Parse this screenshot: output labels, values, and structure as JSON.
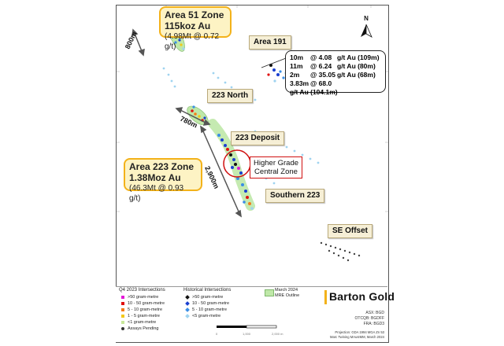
{
  "map": {
    "zones": {
      "area51": {
        "title": "Area 51 Zone",
        "resource": "115koz Au",
        "detail": "(4.98Mt @ 0.72 g/t)"
      },
      "area223": {
        "title": "Area 223 Zone",
        "resource": "1.38Moz Au",
        "detail": "(46.3Mt @ 0.93 g/t)"
      }
    },
    "place_labels": {
      "area191": "Area 191",
      "north223": "223 North",
      "deposit223": "223 Deposit",
      "southern223": "Southern 223",
      "se_offset": "SE Offset"
    },
    "distances": {
      "d800": "800m",
      "d780": "780m",
      "d2900": "2,900m"
    },
    "higher_grade": {
      "line1": "Higher Grade",
      "line2": "Central Zone"
    },
    "intercepts": [
      {
        "len": "10m",
        "grade": "@ 4.08",
        "unit": "g/t Au (109m)"
      },
      {
        "len": "11m",
        "grade": "@ 6.24",
        "unit": "g/t Au (80m)"
      },
      {
        "len": "2m",
        "grade": "@ 35.05",
        "unit": "g/t Au (68m)"
      },
      {
        "len": "3.83m",
        "grade": "@ 68.0",
        "unit": "g/t Au (104.1m)"
      }
    ],
    "north_arrow": "N",
    "colors": {
      "callout_fill": "#fdf3c4",
      "callout_border": "#f3b21a",
      "hgz_ring": "#d01010",
      "historical_high": "#111111",
      "historical_med": "#1a3fd0",
      "historical_low": "#3a8ee6",
      "historical_min": "#9fd3f0"
    }
  },
  "legend": {
    "q4_title": "Q4 2023 Intersections",
    "q4_items": [
      {
        "label": ">50 gram-metre",
        "color": "#e41ad8"
      },
      {
        "label": "10 - 50 gram-metre",
        "color": "#e01010"
      },
      {
        "label": "5 - 10 gram-metre",
        "color": "#f47a1a"
      },
      {
        "label": "1 - 5 gram-metre",
        "color": "#f3c81a"
      },
      {
        "label": "<1 gram-metre",
        "color": "#c8e89a"
      },
      {
        "label": "Assays Pending",
        "color": "#333333"
      }
    ],
    "hist_title": "Historical Intersections",
    "hist_items": [
      {
        "label": ">50 gram-metre",
        "color": "#111111"
      },
      {
        "label": "10 - 50 gram-metre",
        "color": "#1a3fd0"
      },
      {
        "label": "5 - 10 gram-metre",
        "color": "#3a8ee6"
      },
      {
        "label": "<5 gram-metre",
        "color": "#9fd3f0"
      }
    ],
    "mre_line1": "March 2024",
    "mre_line2": "MRE Outline",
    "mre_color": "#bfe8a8",
    "scale": [
      "0",
      "1,000",
      "2,000 m"
    ],
    "brand": "Barton Gold",
    "tickers": [
      "ASX: BGD",
      "OTCQB: BGDFF",
      "FRA: BGD3"
    ],
    "projection": "Projection: GDA 1994 MGA Zn 53",
    "author": "Marc Twining MAusIMM, March 2024"
  }
}
